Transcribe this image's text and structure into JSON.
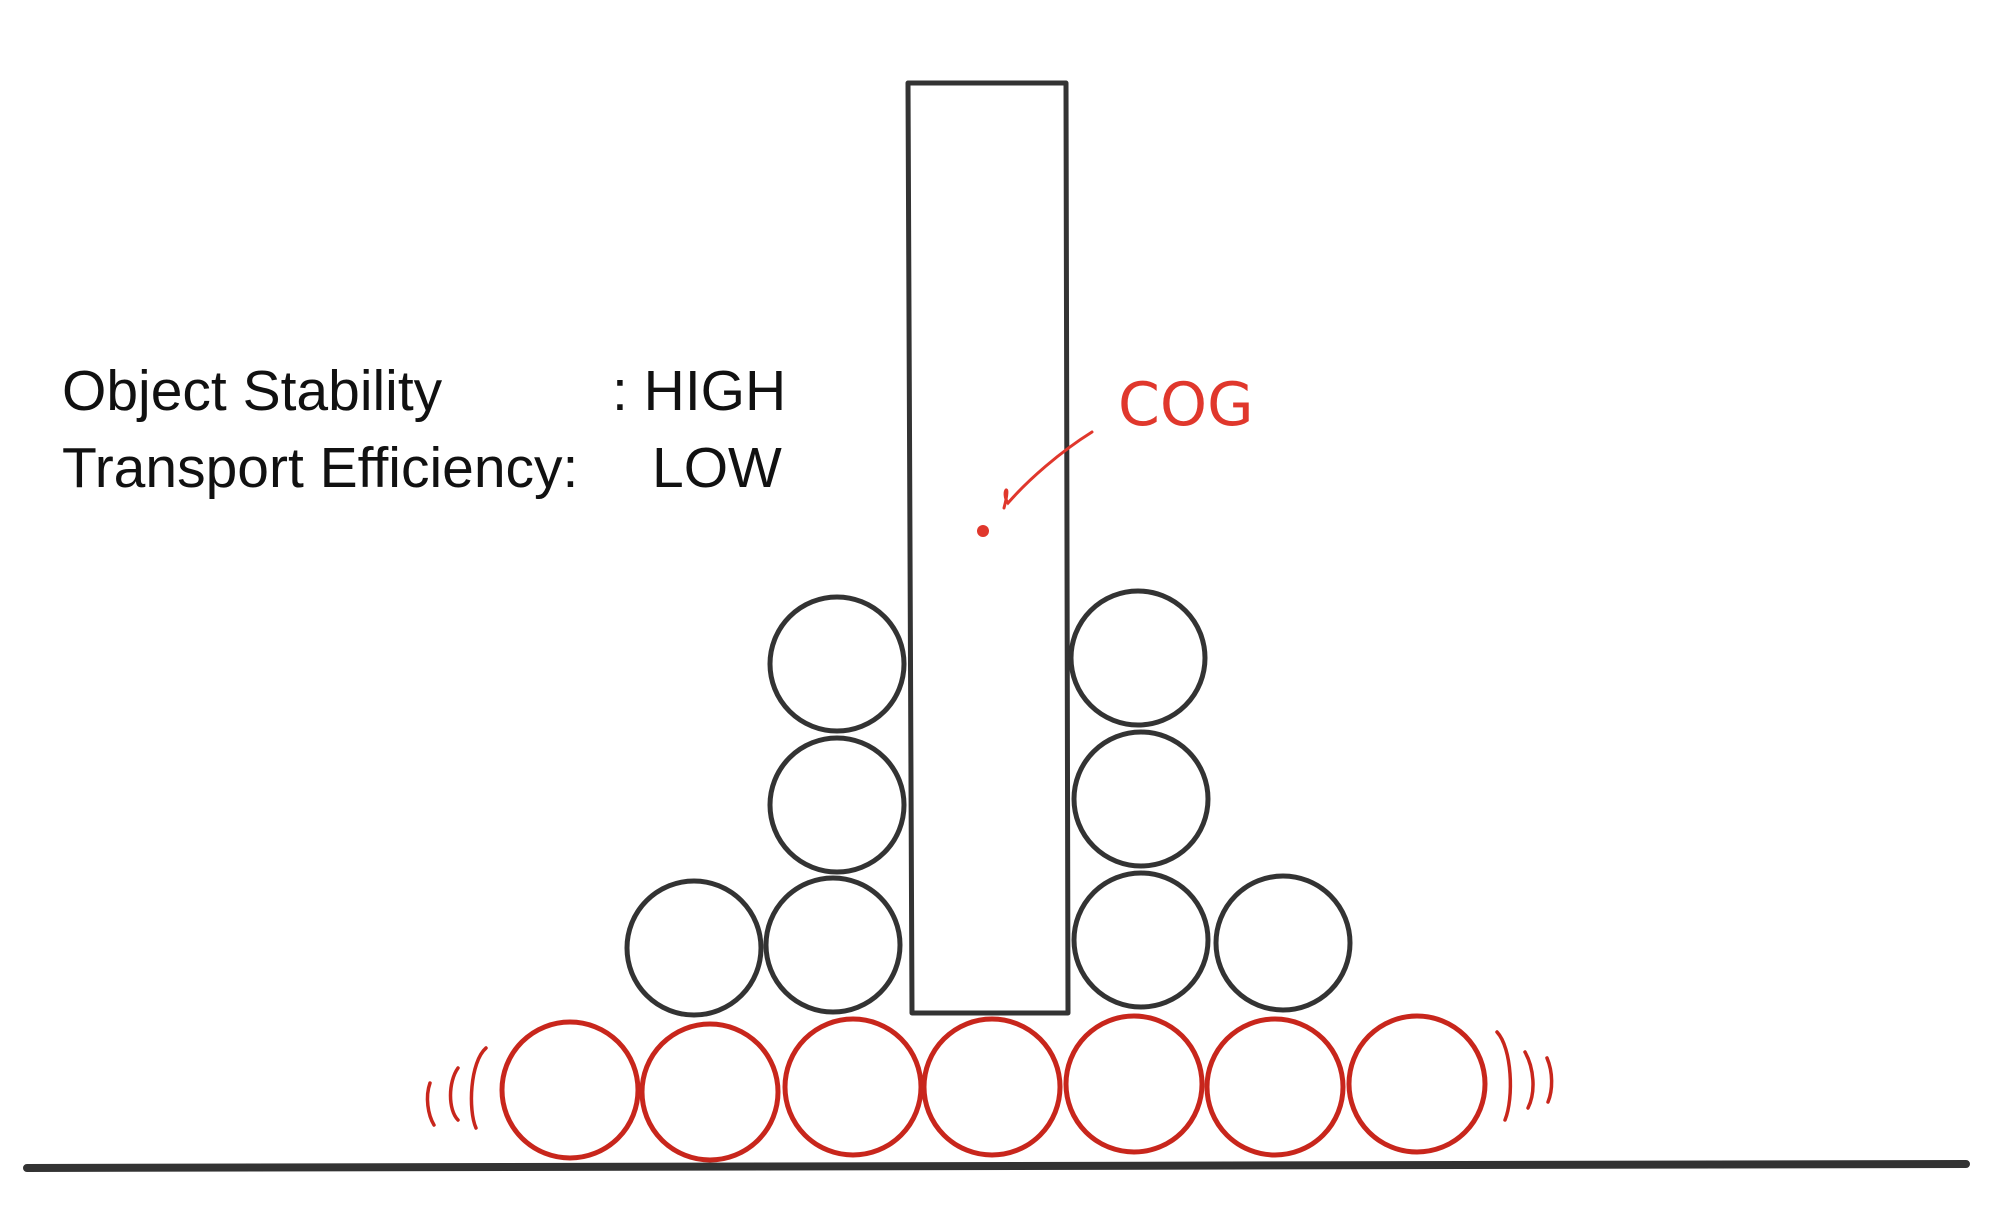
{
  "diagram": {
    "info": {
      "stability_label": "Object Stability",
      "stability_value": ": HIGH",
      "efficiency_label": "Transport Efficiency:",
      "efficiency_value": "LOW"
    },
    "cog_label": "COG",
    "colors": {
      "outline": "#333333",
      "highlight": "#c8261c",
      "annotation": "#e0372c",
      "text": "#111111"
    }
  }
}
